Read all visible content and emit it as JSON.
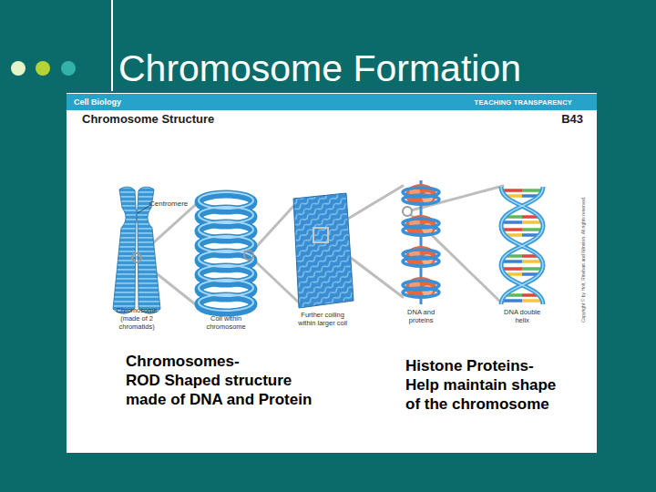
{
  "diagram": {
    "title": "Chromosome Formation",
    "nodes": [
      {
        "text": [
          "Chromosome Structure",
          "B43"
        ]
      },
      {
        "text": [
          "Cell Biology",
          "TEACHING TRANSPARENCY"
        ],
        "in": 0
      }
    ],
    "labels": [
      "Centromere",
      "Chromosome (made of 2 chromatids)",
      "Coil within chromosome",
      "Further coiling within larger coil",
      "DNA and proteins",
      "DNA double helix",
      "Copyright © by Holt, Rinehart and Winston. All rights reserved.",
      "Chromosomes-",
      "ROD Shaped structure made of DNA and Protein",
      "Histone Proteins-",
      "Help maintain shape of the chromosome"
    ]
  }
}
